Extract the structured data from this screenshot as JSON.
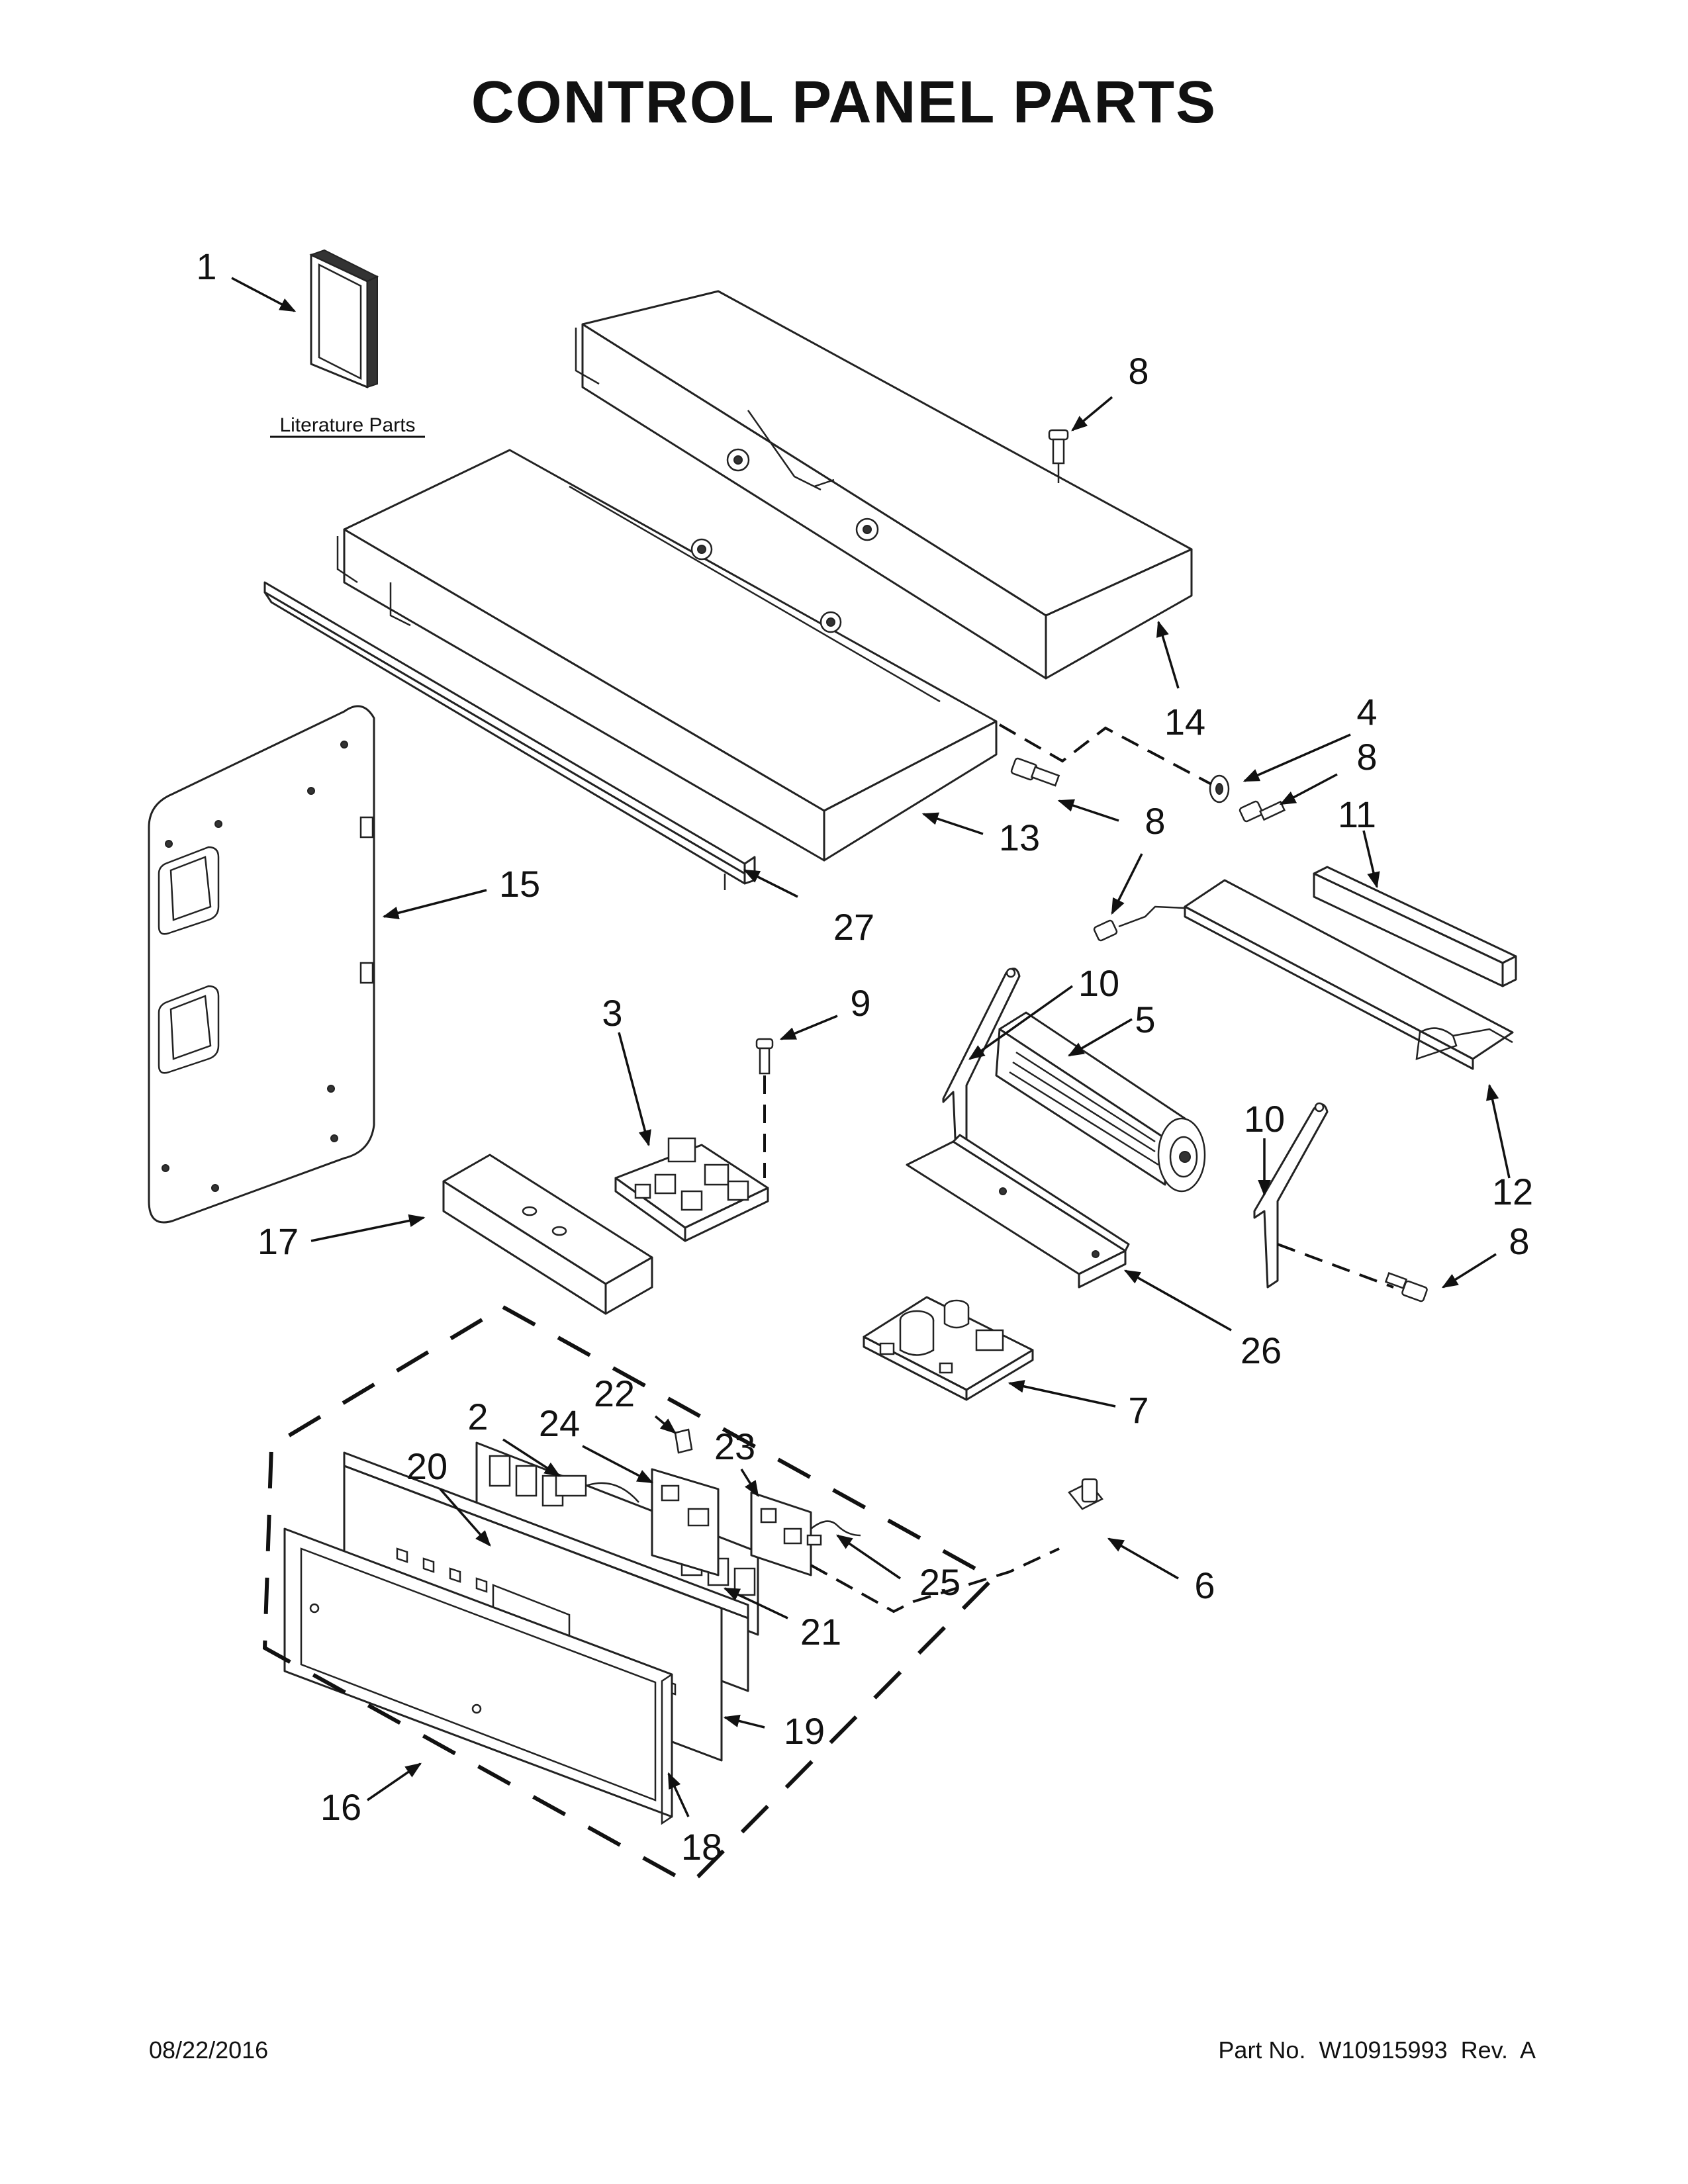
{
  "title": "CONTROL PANEL PARTS",
  "literature_label": "Literature Parts",
  "footer": {
    "date": "08/22/2016",
    "part_no": "Part No.  W10915993  Rev.  A"
  },
  "callouts": {
    "c1": "1",
    "c2": "2",
    "c3": "3",
    "c4": "4",
    "c5": "5",
    "c6": "6",
    "c7": "7",
    "c8a": "8",
    "c8b": "8",
    "c8c": "8",
    "c8d": "8",
    "c8e": "8",
    "c9": "9",
    "c10a": "10",
    "c10b": "10",
    "c11": "11",
    "c12": "12",
    "c13": "13",
    "c14": "14",
    "c15": "15",
    "c16": "16",
    "c17": "17",
    "c18": "18",
    "c19": "19",
    "c20": "20",
    "c21": "21",
    "c22": "22",
    "c23": "23",
    "c24": "24",
    "c25": "25",
    "c26": "26",
    "c27": "27"
  },
  "colors": {
    "line": "#222222",
    "background": "#ffffff"
  }
}
